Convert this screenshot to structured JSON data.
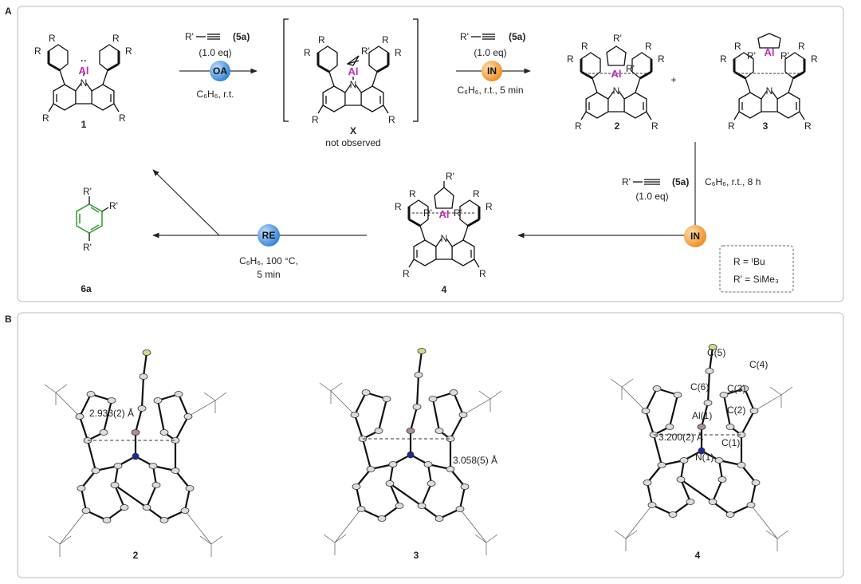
{
  "panel_a": {
    "label": "A",
    "compound_1": {
      "label": "1",
      "metal": "Al",
      "dots": "··",
      "N": "N",
      "R": "R"
    },
    "step_oa": {
      "reagent": "R'",
      "reagent_id": "(5a)",
      "equiv": "(1.0 eq)",
      "badge": "OA",
      "conditions": "C₆H₆, r.t."
    },
    "intermediate_x": {
      "label": "X",
      "note": "not observed",
      "metal": "Al",
      "R_prime": "R'"
    },
    "step_in1": {
      "reagent": "R'",
      "reagent_id": "(5a)",
      "equiv": "(1.0 eq)",
      "badge": "IN",
      "conditions": "C₆H₆, r.t., 5 min"
    },
    "compound_2": {
      "label": "2",
      "metal": "Al"
    },
    "plus": "+",
    "compound_3": {
      "label": "3",
      "metal": "Al"
    },
    "step_in2": {
      "reagent": "R'",
      "reagent_id": "(5a)",
      "equiv": "(1.0 eq)",
      "badge": "IN",
      "conditions": "C₆H₆, r.t., 8 h"
    },
    "compound_4": {
      "label": "4",
      "metal": "Al"
    },
    "step_re": {
      "badge": "RE",
      "conditions_1": "C₆H₆, 100 °C,",
      "conditions_2": "5 min"
    },
    "product_6a": {
      "label": "6a",
      "R_prime": "R'"
    },
    "legend": {
      "r_def": "R = ᵗBu",
      "r_prime_def": "R' = SiMe₃"
    },
    "colors": {
      "al": "#c02cb8",
      "oa": "#3a8fe0",
      "in": "#f39a2c",
      "re": "#3a8fe0",
      "benzene": "#2f9a2f"
    }
  },
  "panel_b": {
    "label": "B",
    "structures": [
      {
        "label": "2",
        "distance": "2.933(2) Å"
      },
      {
        "label": "3",
        "distance": "3.058(5) Å"
      },
      {
        "label": "4",
        "distance": "3.200(2) Å",
        "atoms": {
          "al1": "Al(1)",
          "c1": "C(1)",
          "n1": "N(1)",
          "c2": "C(2)",
          "c3": "C(3)",
          "c4": "C(4)",
          "c5": "C(5)",
          "c6": "C(6)"
        }
      }
    ]
  }
}
